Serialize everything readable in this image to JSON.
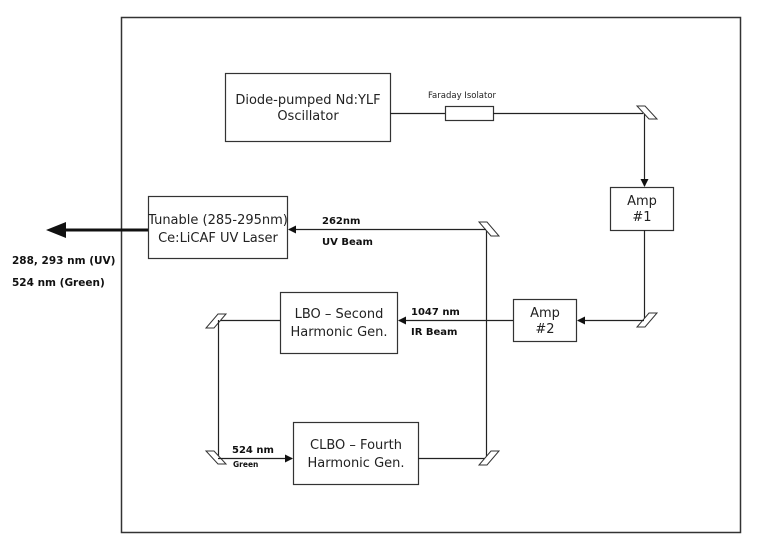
{
  "diagram": {
    "components": {
      "oscillator": {
        "line1": "Diode-pumped Nd:YLF",
        "line2": "Oscillator"
      },
      "faraday_isolator": {
        "label": "Faraday Isolator"
      },
      "amp1": {
        "line1": "Amp",
        "line2": "#1"
      },
      "amp2": {
        "line1": "Amp",
        "line2": "#2"
      },
      "uv_laser": {
        "line1": "Tunable (285-295nm)",
        "line2": "Ce:LiCAF UV Laser"
      },
      "lbo": {
        "line1": "LBO – Second",
        "line2": "Harmonic Gen."
      },
      "clbo": {
        "line1": "CLBO – Fourth",
        "line2": "Harmonic Gen."
      }
    },
    "beams": {
      "uv_beam": {
        "wavelength": "262nm",
        "name": "UV Beam"
      },
      "ir_beam": {
        "wavelength": "1047 nm",
        "name": "IR Beam"
      },
      "green_beam": {
        "wavelength": "524 nm",
        "name": "Green"
      }
    },
    "output": {
      "line1": "288, 293 nm (UV)",
      "line2": "524 nm (Green)"
    },
    "elements": [
      "mirror",
      "mirror",
      "mirror",
      "mirror",
      "mirror",
      "mirror"
    ]
  }
}
